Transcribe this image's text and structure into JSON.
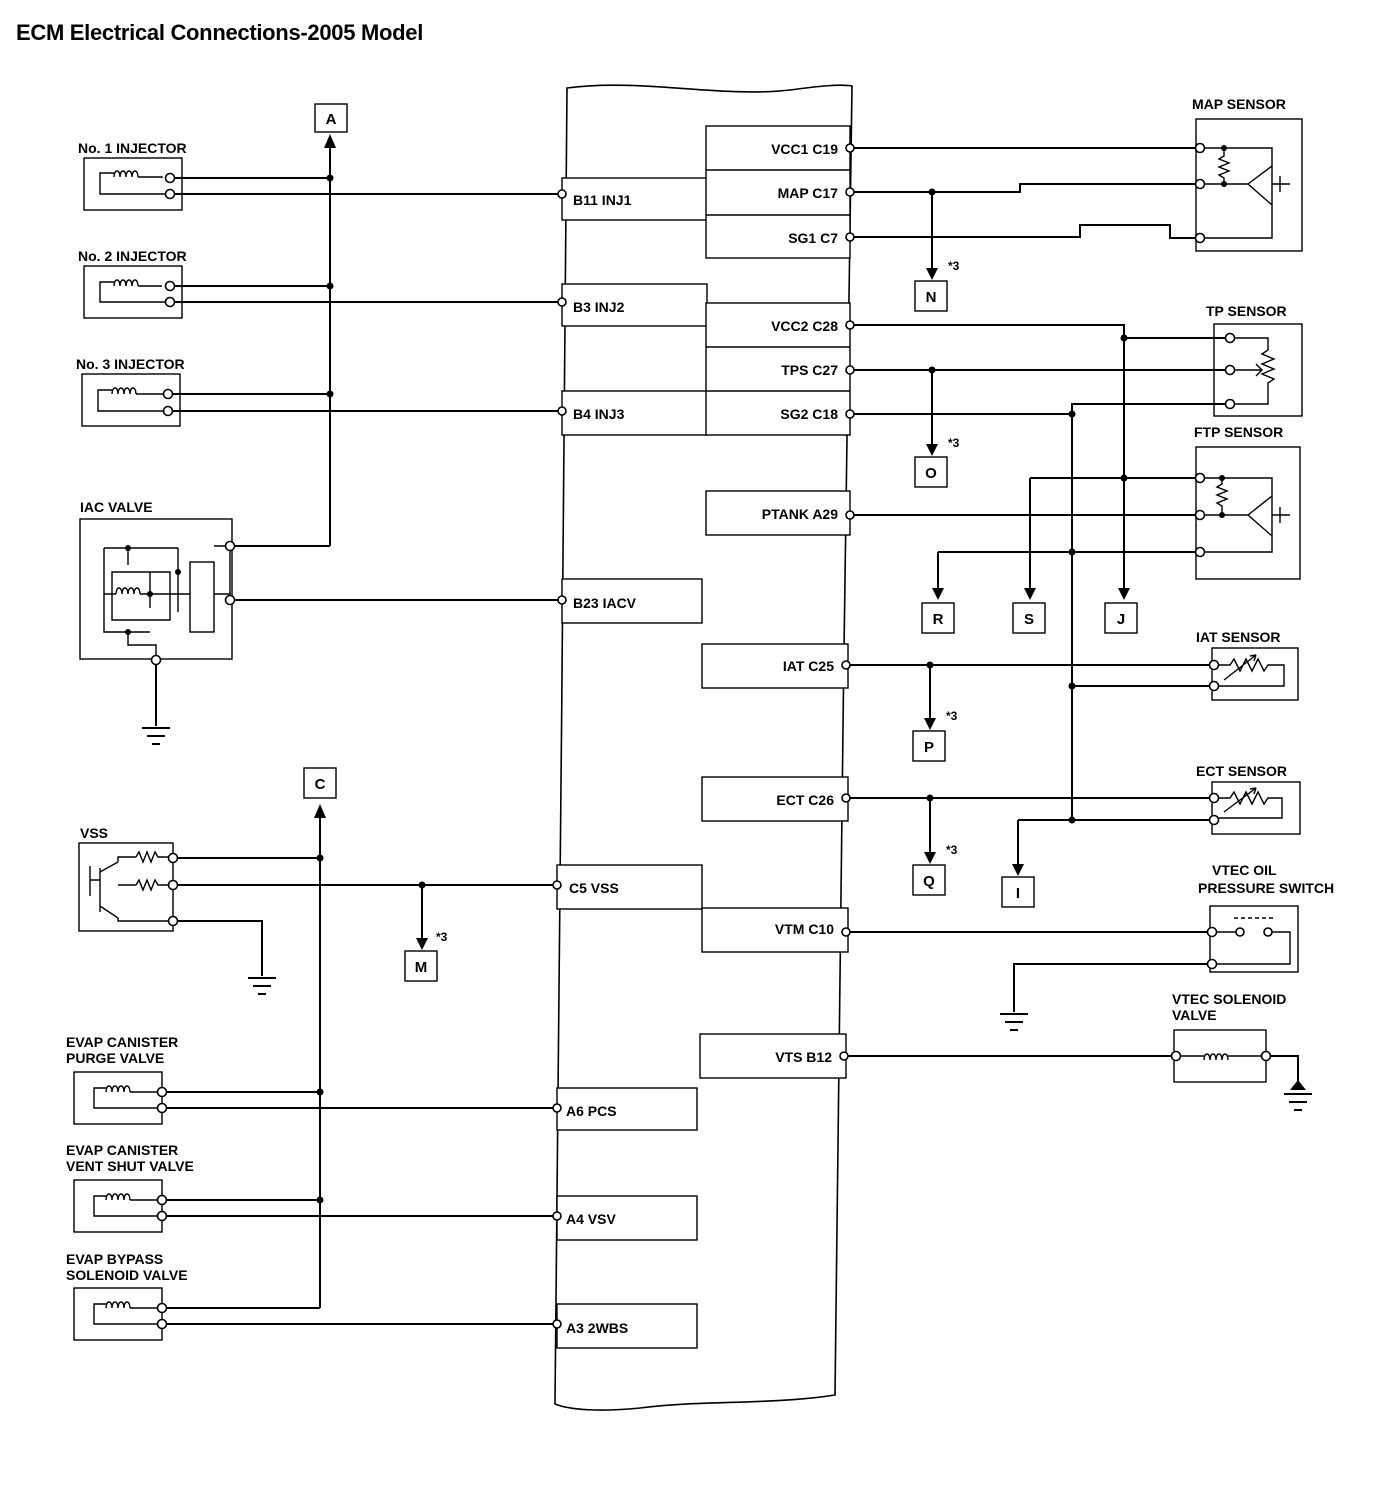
{
  "title": "ECM Electrical Connections-2005 Model",
  "ecm_pins_left": [
    {
      "key": "b11",
      "label": "B11 INJ1"
    },
    {
      "key": "b3",
      "label": "B3 INJ2"
    },
    {
      "key": "b4",
      "label": "B4 INJ3"
    },
    {
      "key": "b23",
      "label": "B23 IACV"
    },
    {
      "key": "c5",
      "label": "C5 VSS"
    },
    {
      "key": "a6",
      "label": "A6 PCS"
    },
    {
      "key": "a4",
      "label": "A4 VSV"
    },
    {
      "key": "a3",
      "label": "A3 2WBS"
    }
  ],
  "ecm_pins_right": [
    {
      "key": "vcc1",
      "label": "VCC1 C19"
    },
    {
      "key": "map",
      "label": "MAP C17"
    },
    {
      "key": "sg1",
      "label": "SG1 C7"
    },
    {
      "key": "vcc2",
      "label": "VCC2 C28"
    },
    {
      "key": "tps",
      "label": "TPS C27"
    },
    {
      "key": "sg2",
      "label": "SG2 C18"
    },
    {
      "key": "ptank",
      "label": "PTANK A29"
    },
    {
      "key": "iat",
      "label": "IAT C25"
    },
    {
      "key": "ect",
      "label": "ECT C26"
    },
    {
      "key": "vtm",
      "label": "VTM C10"
    },
    {
      "key": "vts",
      "label": "VTS B12"
    }
  ],
  "components": {
    "inj1": "No. 1 INJECTOR",
    "inj2": "No. 2 INJECTOR",
    "inj3": "No. 3 INJECTOR",
    "iac": "IAC VALVE",
    "vss": "VSS",
    "purge_1": "EVAP CANISTER",
    "purge_2": "PURGE VALVE",
    "vent_1": "EVAP CANISTER",
    "vent_2": "VENT SHUT VALVE",
    "bypass_1": "EVAP BYPASS",
    "bypass_2": "SOLENOID VALVE",
    "map": "MAP SENSOR",
    "tp": "TP SENSOR",
    "ftp": "FTP SENSOR",
    "iat": "IAT SENSOR",
    "ect": "ECT SENSOR",
    "vtec_oil_1": "VTEC OIL",
    "vtec_oil_2": "PRESSURE SWITCH",
    "vtec_sol_1": "VTEC SOLENOID",
    "vtec_sol_2": "VALVE"
  },
  "connectors": {
    "A": "A",
    "C": "C",
    "N": "N",
    "O": "O",
    "R": "R",
    "S": "S",
    "J": "J",
    "P": "P",
    "Q": "Q",
    "I": "I",
    "M": "M"
  },
  "note": "*3"
}
